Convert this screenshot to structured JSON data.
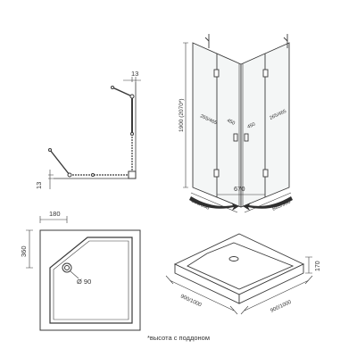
{
  "colors": {
    "line": "#3a3a3a",
    "glass": "#f4f6f6",
    "arrow": "#2f2f2f"
  },
  "views": {
    "top_view": {
      "dims": {
        "clearance_right": "13",
        "clearance_bottom": "13"
      }
    },
    "elevation": {
      "dims": {
        "height": "1900 (2070*)",
        "opening": "670",
        "door_left": "450",
        "door_right": "450",
        "panel_left": "265/465",
        "panel_right": "265/465",
        "width_left": "888/988",
        "width_right": "888/988"
      }
    },
    "tray_plan": {
      "dims": {
        "offset_x": "180",
        "offset_y": "360",
        "drain": "Ø 90"
      }
    },
    "tray_iso": {
      "dims": {
        "height": "170",
        "width_left": "900/1000",
        "width_right": "900/1000"
      }
    }
  },
  "footnote": "*высота с поддоном"
}
